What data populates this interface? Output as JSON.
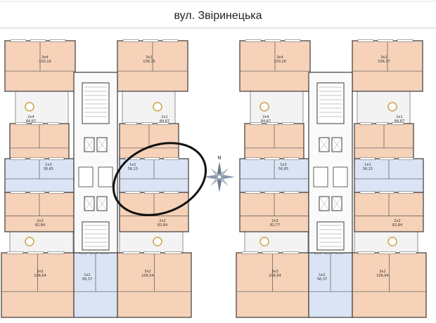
{
  "street": {
    "title": "вул. Звіринецька"
  },
  "colors": {
    "warm": "#f6d2b8",
    "cool": "#dbe4f4",
    "wall": "#3b3b3b",
    "highlight": "#111111"
  },
  "compass": {
    "icon": "compass-rose-icon",
    "north_label": "N"
  },
  "highlight": {
    "apartment": "1к1",
    "area": "56,15"
  },
  "sections": [
    {
      "apartments": [
        {
          "name": "3к4",
          "area": "100,16",
          "tone": "warm"
        },
        {
          "name": "3к1",
          "area": "106,35",
          "tone": "warm"
        },
        {
          "name": "2к4",
          "area": "84,67",
          "tone": "warm"
        },
        {
          "name": "2к1",
          "area": "84,67",
          "tone": "warm"
        },
        {
          "name": "1к3",
          "area": "56,65",
          "tone": "cool"
        },
        {
          "name": "1к1",
          "area": "56,15",
          "tone": "cool"
        },
        {
          "name": "2к3",
          "area": "82,84",
          "tone": "warm"
        },
        {
          "name": "2к2",
          "area": "82,84",
          "tone": "warm"
        },
        {
          "name": "3к3",
          "area": "106,64",
          "tone": "warm"
        },
        {
          "name": "1к2",
          "area": "56,37",
          "tone": "cool"
        },
        {
          "name": "3к2",
          "area": "106,64",
          "tone": "warm"
        }
      ]
    },
    {
      "apartments": [
        {
          "name": "3к4",
          "area": "100,16",
          "tone": "warm"
        },
        {
          "name": "3к1",
          "area": "106,37",
          "tone": "warm"
        },
        {
          "name": "2к4",
          "area": "84,67",
          "tone": "warm"
        },
        {
          "name": "2к1",
          "area": "84,67",
          "tone": "warm"
        },
        {
          "name": "1к3",
          "area": "56,65",
          "tone": "cool"
        },
        {
          "name": "1к1",
          "area": "56,15",
          "tone": "cool"
        },
        {
          "name": "2к3",
          "area": "82,77",
          "tone": "warm"
        },
        {
          "name": "2к2",
          "area": "82,84",
          "tone": "warm"
        },
        {
          "name": "3к3",
          "area": "106,64",
          "tone": "warm"
        },
        {
          "name": "1к2",
          "area": "56,37",
          "tone": "cool"
        },
        {
          "name": "3к2",
          "area": "106,64",
          "tone": "warm"
        }
      ]
    }
  ]
}
